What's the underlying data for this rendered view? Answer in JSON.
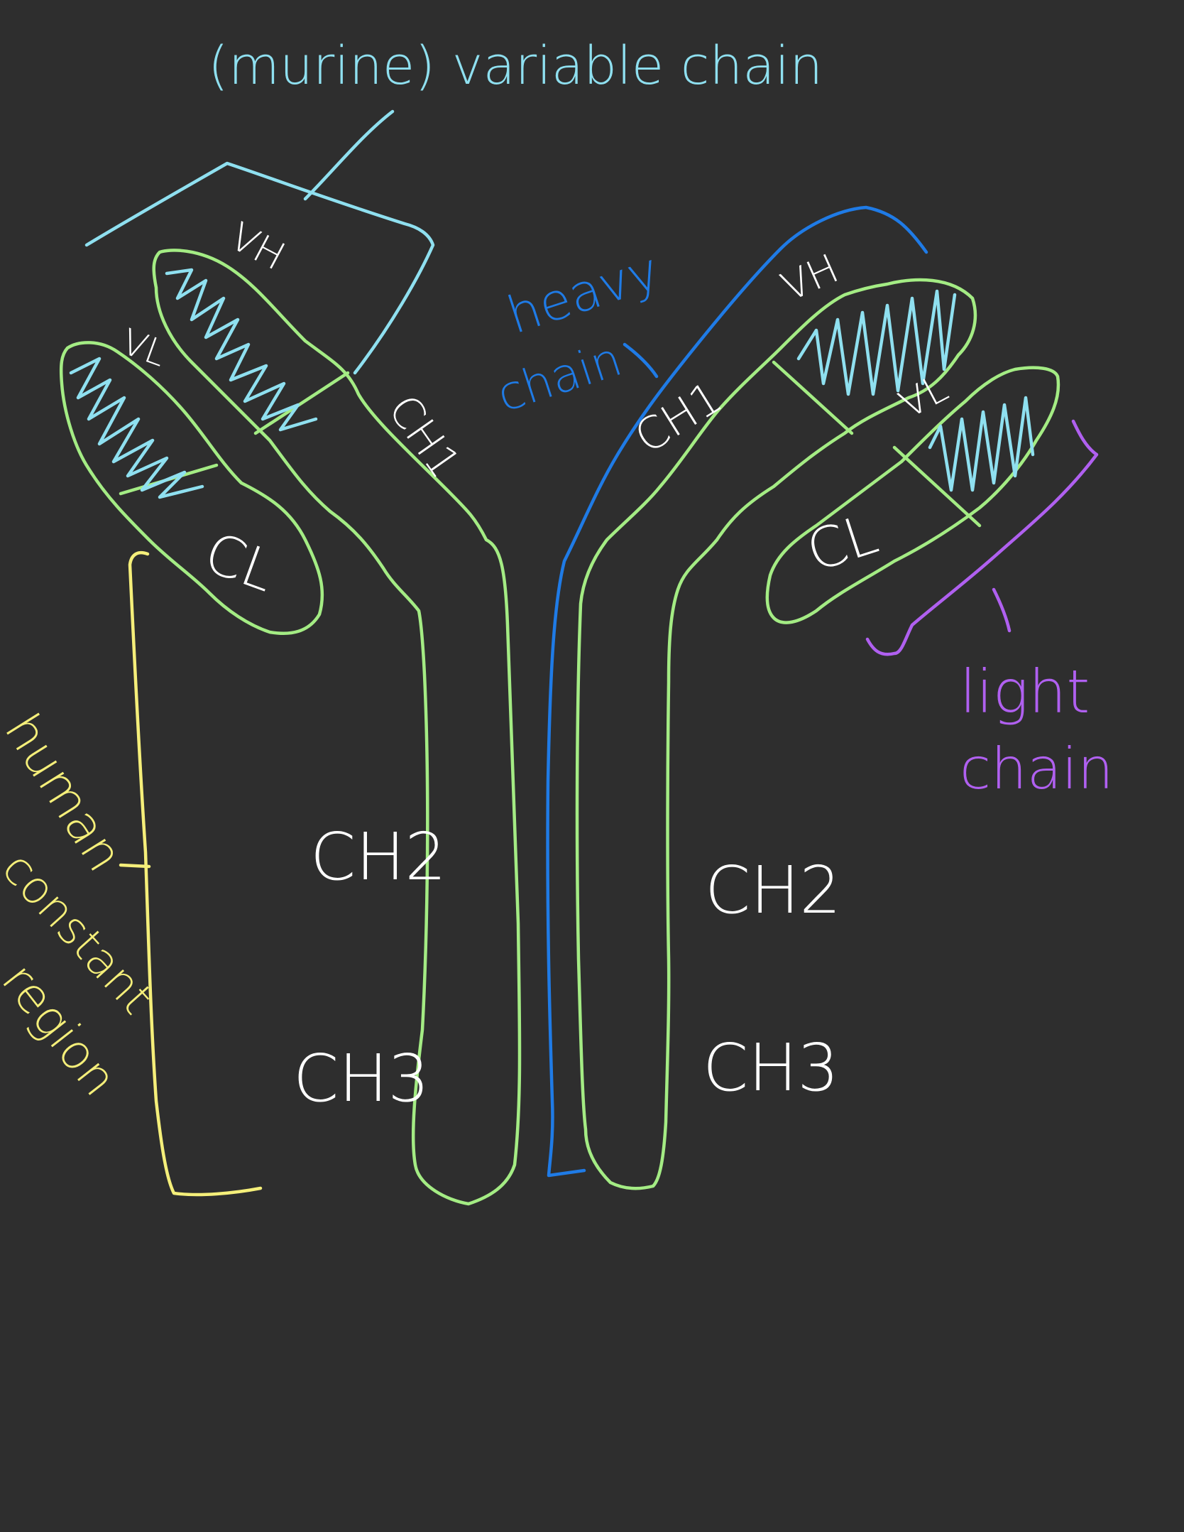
{
  "colors": {
    "background": "#2e2e2e",
    "variable_annotation": "#8fe0f0",
    "heavy_chain": "#1f7be6",
    "light_chain": "#b060f0",
    "constant_region": "#f5ef7a",
    "domain_outline": "#a4ec84",
    "domain_label": "#ffffff"
  },
  "annotations": {
    "variable_chain": "(murine) variable chain",
    "heavy_chain_line1": "heavy",
    "heavy_chain_line2": "chain",
    "light_chain_line1": "light",
    "light_chain_line2": "chain",
    "constant_line1": "human",
    "constant_line2": "constant",
    "constant_line3": "region"
  },
  "left_arm": {
    "vh": "VH",
    "vl": "VL",
    "ch1": "CH1",
    "cl": "CL",
    "ch2": "CH2",
    "ch3": "CH3"
  },
  "right_arm": {
    "vh": "VH",
    "vl": "VL",
    "ch1": "CH1",
    "cl": "CL",
    "ch2": "CH2",
    "ch3": "CH3"
  }
}
